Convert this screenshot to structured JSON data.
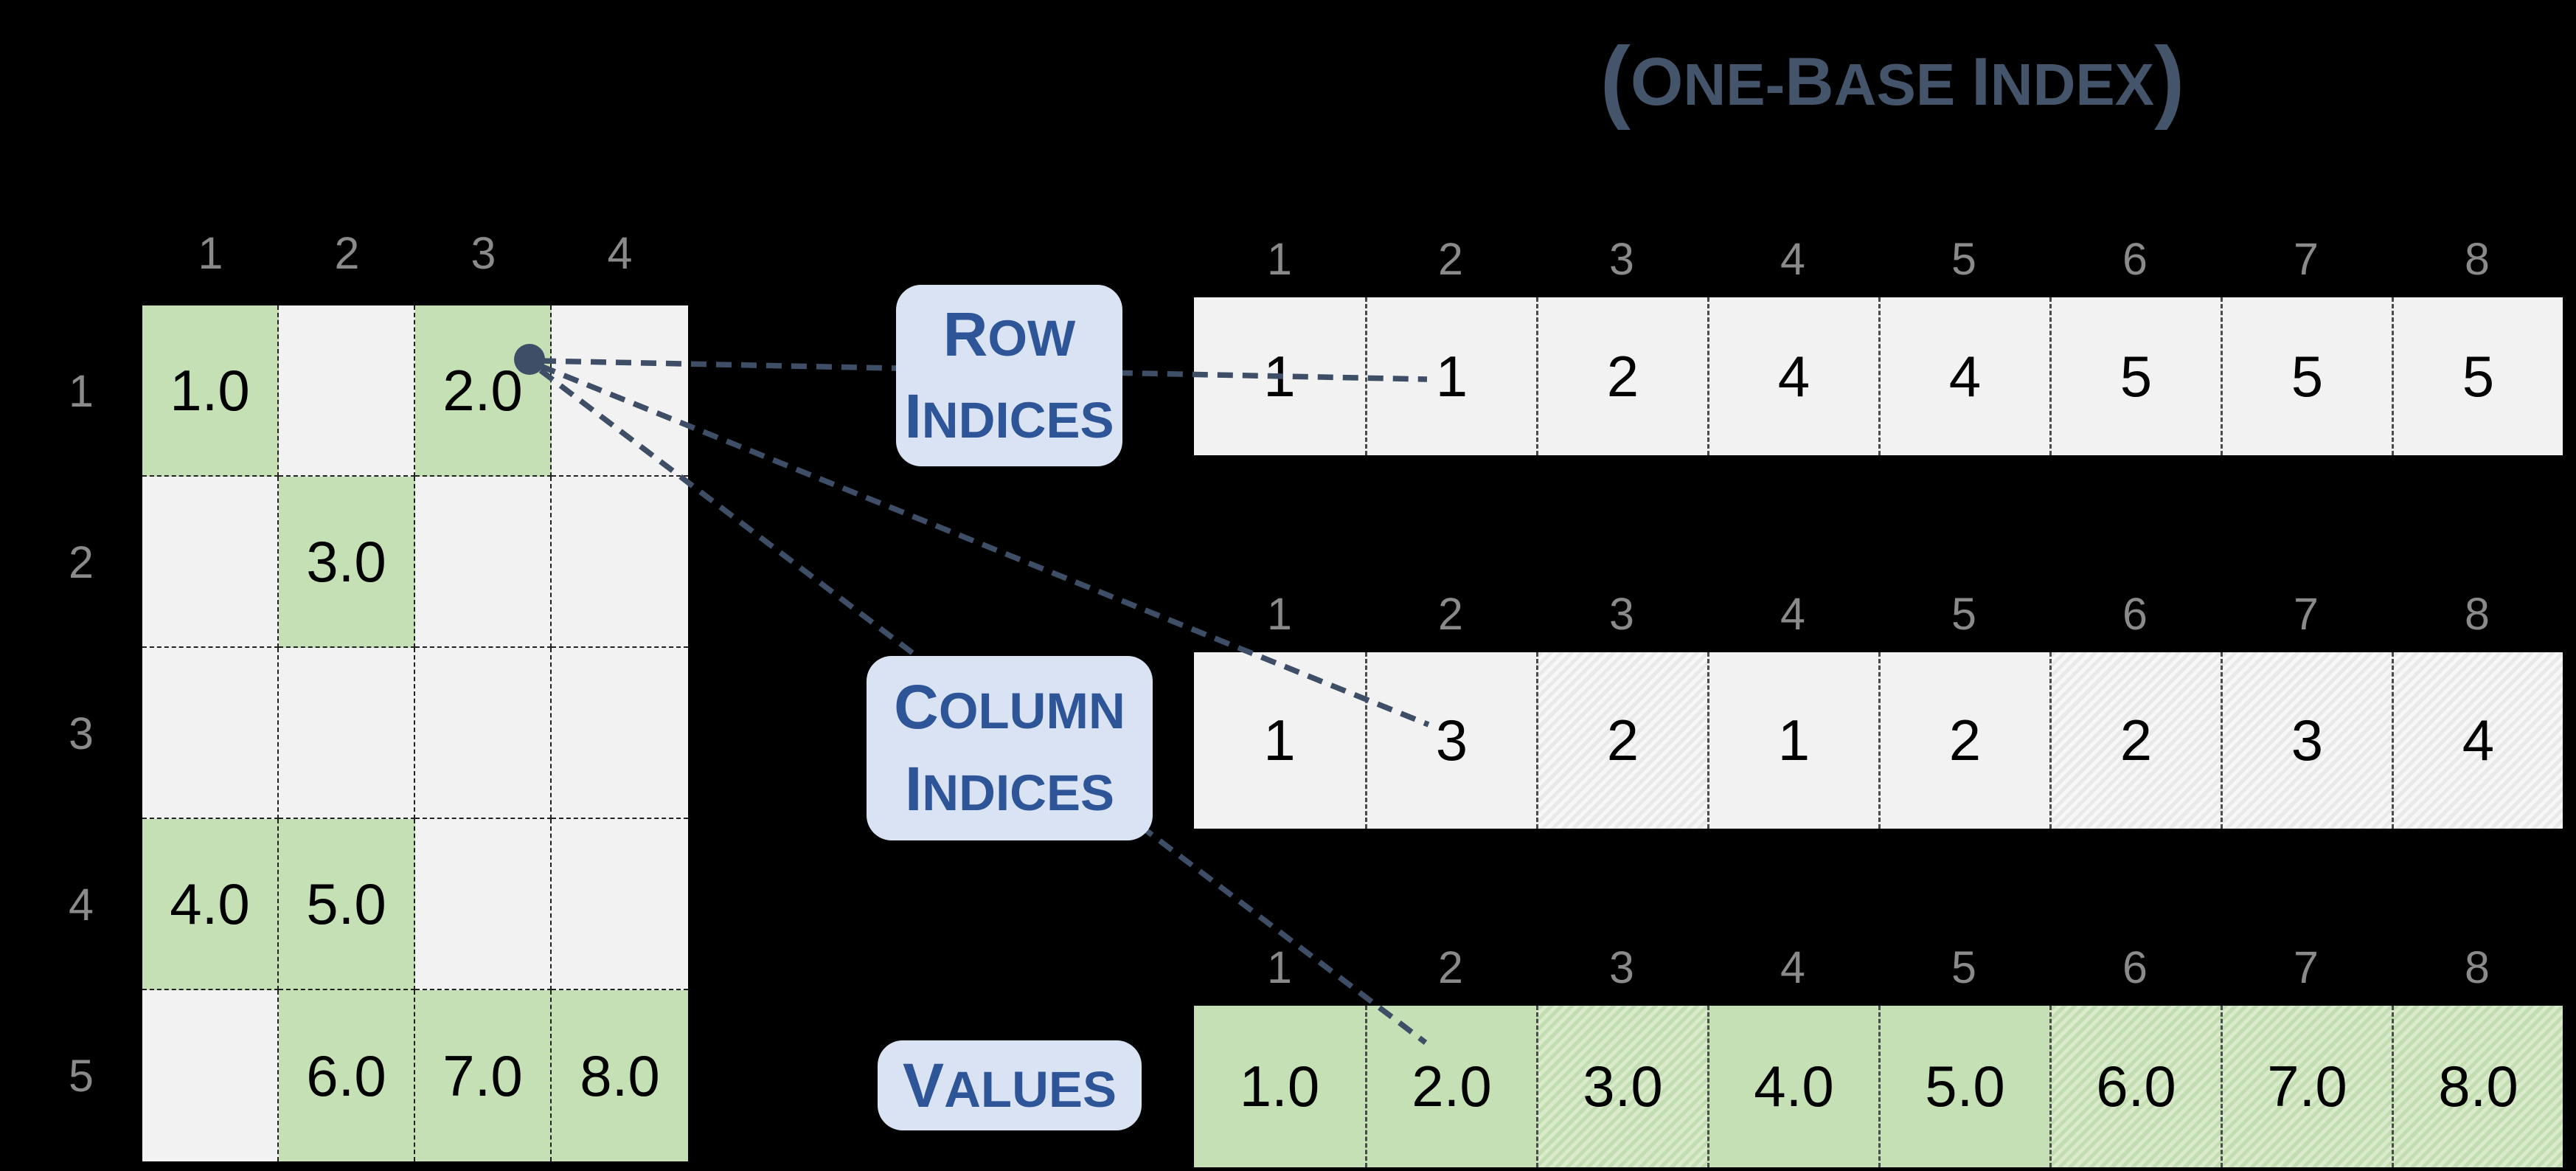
{
  "title": "(One-Base Index)",
  "matrix": {
    "col_headers": [
      "1",
      "2",
      "3",
      "4"
    ],
    "row_labels": [
      "1",
      "2",
      "3",
      "4",
      "5"
    ],
    "cells": [
      [
        "1.0",
        "",
        "2.0",
        ""
      ],
      [
        "",
        "3.0",
        "",
        ""
      ],
      [
        "",
        "",
        "",
        ""
      ],
      [
        "4.0",
        "5.0",
        "",
        ""
      ],
      [
        "",
        "6.0",
        "7.0",
        "8.0"
      ]
    ]
  },
  "arrays": {
    "row_indices": {
      "label": "Row Indices",
      "headers": [
        "1",
        "2",
        "3",
        "4",
        "5",
        "6",
        "7",
        "8"
      ],
      "values": [
        "1",
        "1",
        "2",
        "4",
        "4",
        "5",
        "5",
        "5"
      ],
      "hatched_cells": []
    },
    "col_indices": {
      "label": "Column Indices",
      "headers": [
        "1",
        "2",
        "3",
        "4",
        "5",
        "6",
        "7",
        "8"
      ],
      "values": [
        "1",
        "3",
        "2",
        "1",
        "2",
        "2",
        "3",
        "4"
      ],
      "hatched_cells": [
        3,
        6,
        7,
        8
      ]
    },
    "values": {
      "label": "Values",
      "headers": [
        "1",
        "2",
        "3",
        "4",
        "5",
        "6",
        "7",
        "8"
      ],
      "values": [
        "1.0",
        "2.0",
        "3.0",
        "4.0",
        "5.0",
        "6.0",
        "7.0",
        "8.0"
      ],
      "hatched_cells": [
        3,
        6,
        7,
        8
      ]
    }
  },
  "highlight": {
    "matrix_row": "1",
    "matrix_col": "3",
    "matrix_value": "2.0",
    "array_position": "2"
  },
  "colors": {
    "background": "#000000",
    "cell_green": "#c5e0b4",
    "cell_gray": "#f2f2f2",
    "label_box_bg": "#dae3f3",
    "label_text": "#2d5597",
    "title_text": "#44546a",
    "connector": "#3e4e66",
    "header_text": "#8a8a8a",
    "cell_text": "#000000"
  }
}
